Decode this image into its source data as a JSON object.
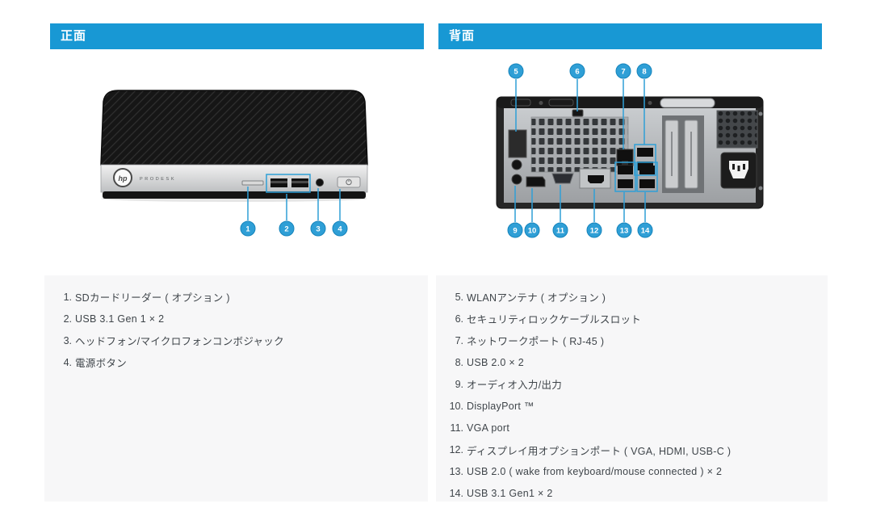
{
  "colors": {
    "header_blue": "#1898d4",
    "callout_blue": "#2f9fd6",
    "panel_gray": "#f7f7f8",
    "text": "#3f454a"
  },
  "sections": {
    "front_header": "正面",
    "back_header": "背面"
  },
  "front_view": {
    "brand": "PRODESK",
    "logo": "hp",
    "callouts": [
      "1",
      "2",
      "3",
      "4"
    ]
  },
  "back_view": {
    "callouts_top": [
      "5",
      "6",
      "7",
      "8"
    ],
    "callouts_bottom": [
      "9",
      "10",
      "11",
      "12",
      "13",
      "14"
    ]
  },
  "lists": {
    "front": {
      "items": [
        {
          "num": "1.",
          "label": "SDカードリーダー ( オプション )"
        },
        {
          "num": "2.",
          "label": "USB 3.1 Gen 1 × 2"
        },
        {
          "num": "3.",
          "label": "ヘッドフォン/マイクロフォンコンボジャック"
        },
        {
          "num": "4.",
          "label": "電源ボタン"
        }
      ]
    },
    "back": {
      "items": [
        {
          "num": "5.",
          "label": "WLANアンテナ ( オプション )"
        },
        {
          "num": "6.",
          "label": "セキュリティロックケーブルスロット"
        },
        {
          "num": "7.",
          "label": "ネットワークポート ( RJ-45 )"
        },
        {
          "num": "8.",
          "label": "USB 2.0 × 2"
        },
        {
          "num": "9.",
          "label": "オーディオ入力/出力"
        },
        {
          "num": "10.",
          "label": "DisplayPort ™"
        },
        {
          "num": "11.",
          "label": "VGA port"
        },
        {
          "num": "12.",
          "label": "ディスプレイ用オプションポート ( VGA, HDMI, USB-C )"
        },
        {
          "num": "13.",
          "label": "USB 2.0 ( wake from keyboard/mouse connected ) × 2"
        },
        {
          "num": "14.",
          "label": "USB 3.1 Gen1 × 2"
        }
      ]
    }
  }
}
